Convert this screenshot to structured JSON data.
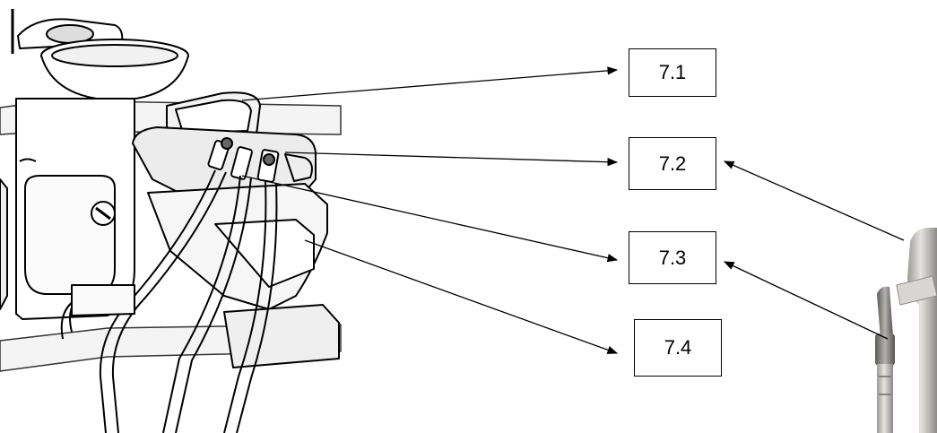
{
  "diagram": {
    "labels": [
      "7.1",
      "7.2",
      "7.3",
      "7.4"
    ]
  },
  "colors": {
    "line": "#000000",
    "unit_fill": "#ffffff",
    "unit_shade": "#e9e9e9",
    "handpiece_metal": "#c9c7c3",
    "handpiece_dark": "#6f6d6a"
  }
}
